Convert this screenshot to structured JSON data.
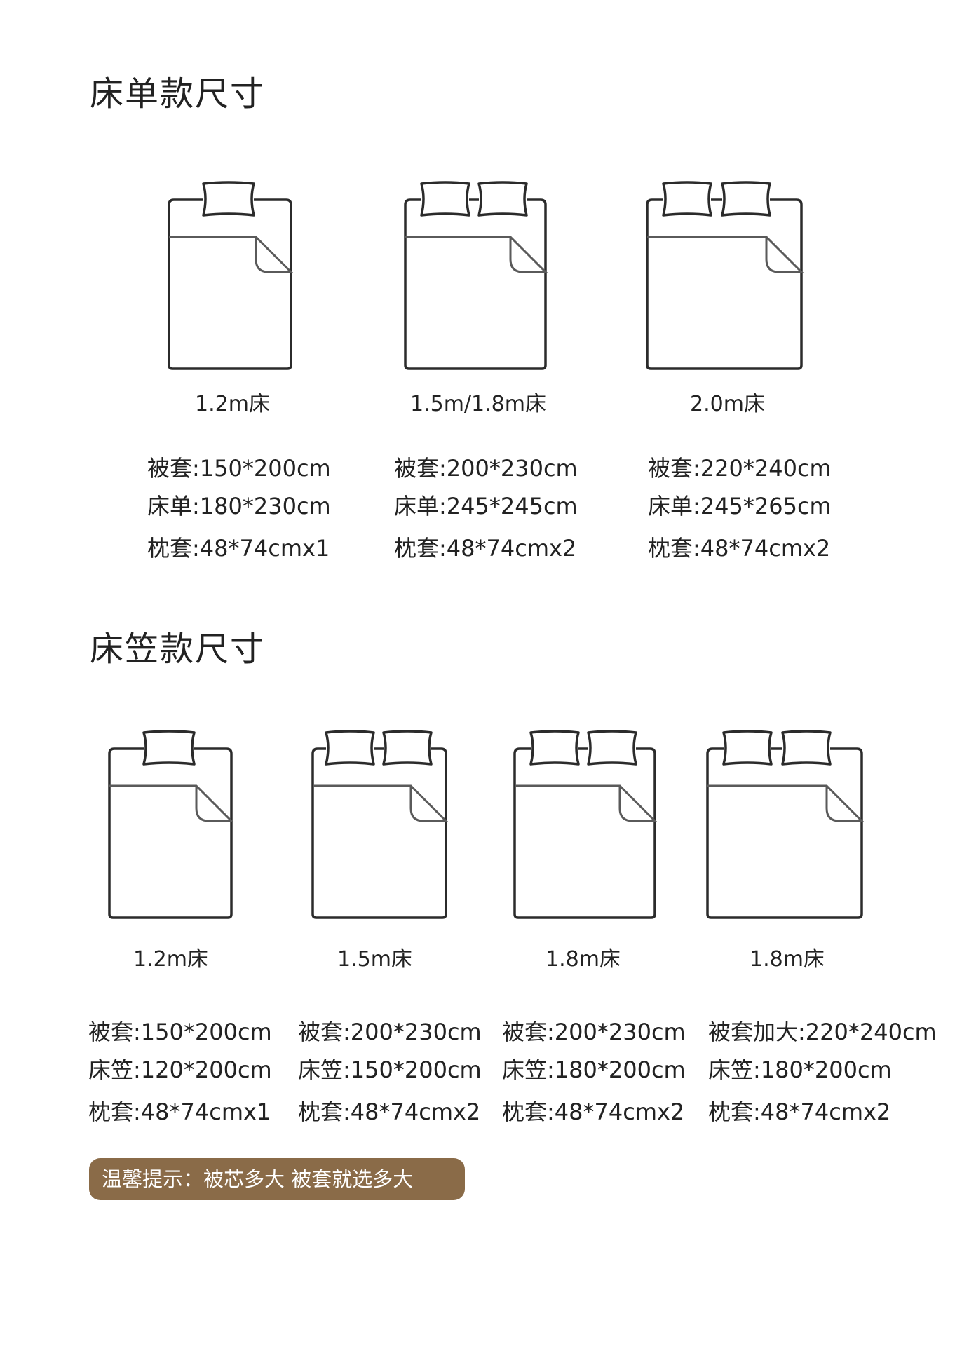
{
  "section1": {
    "title": "床单款尺寸",
    "beds": [
      {
        "label": "1.2m床",
        "specs": [
          "被套:150*200cm",
          "床单:180*230cm",
          "枕套:48*74cmx1"
        ],
        "pillows": 1
      },
      {
        "label": "1.5m/1.8m床",
        "specs": [
          "被套:200*230cm",
          "床单:245*245cm",
          "枕套:48*74cmx2"
        ],
        "pillows": 2
      },
      {
        "label": "2.0m床",
        "specs": [
          "被套:220*240cm",
          "床单:245*265cm",
          "枕套:48*74cmx2"
        ],
        "pillows": 2
      }
    ]
  },
  "section2": {
    "title": "床笠款尺寸",
    "beds": [
      {
        "label": "1.2m床",
        "specs": [
          "被套:150*200cm",
          "床笠:120*200cm",
          "枕套:48*74cmx1"
        ],
        "pillows": 1
      },
      {
        "label": "1.5m床",
        "specs": [
          "被套:200*230cm",
          "床笠:150*200cm",
          "枕套:48*74cmx2"
        ],
        "pillows": 2
      },
      {
        "label": "1.8m床",
        "specs": [
          "被套:200*230cm",
          "床笠:180*200cm",
          "枕套:48*74cmx2"
        ],
        "pillows": 2
      },
      {
        "label": "1.8m床",
        "specs": [
          "被套加大:220*240cm",
          "床笠:180*200cm",
          "枕套:48*74cmx2"
        ],
        "pillows": 2
      }
    ]
  },
  "tip": {
    "text": "温馨提示：被芯多大  被套就选多大"
  },
  "colors": {
    "line": "#2b2b2b",
    "fold_line": "#5a5a5a",
    "tip_bg": "#8a6b48",
    "tip_text": "#ffffff"
  }
}
